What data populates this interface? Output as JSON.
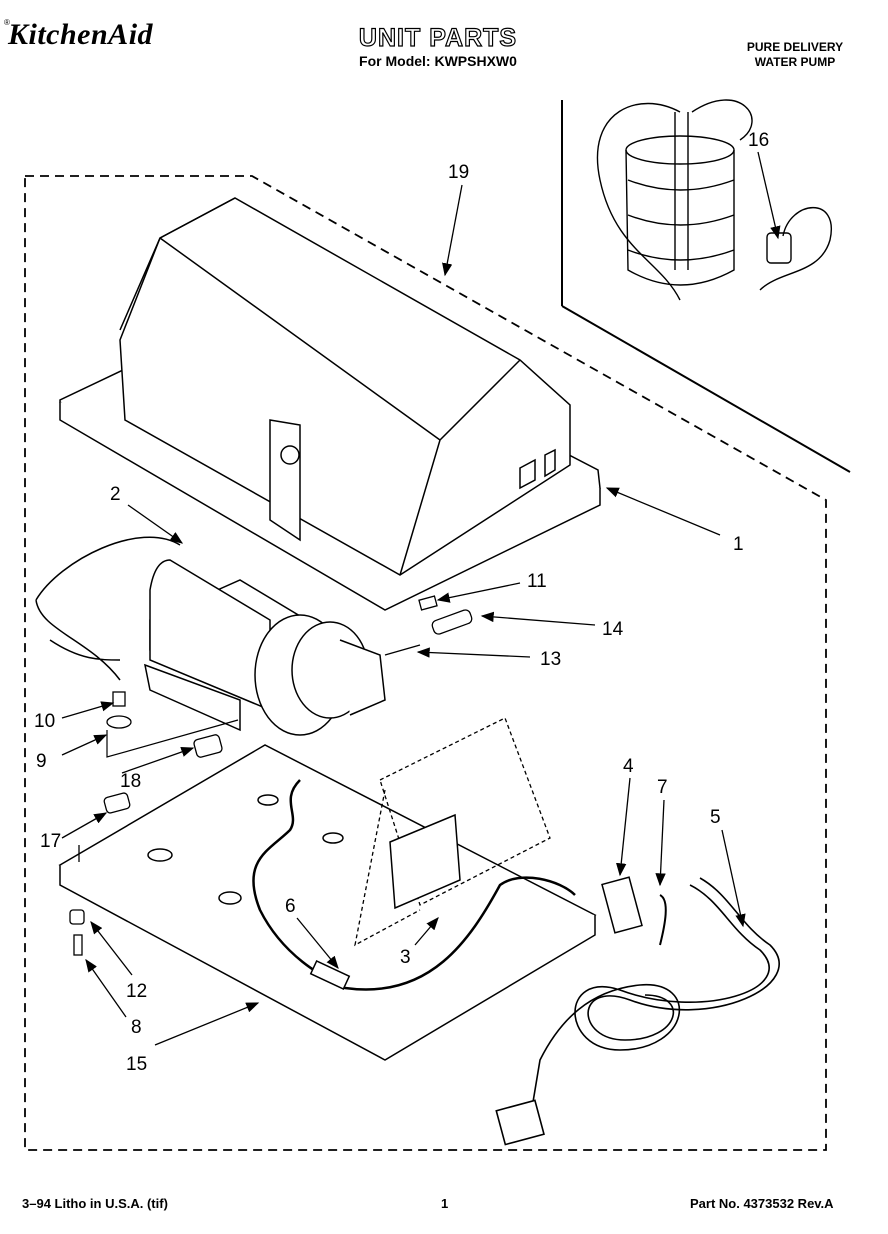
{
  "header": {
    "brand": "KitchenAid",
    "brand_mark": "®",
    "title": "UNIT PARTS",
    "model_line": "For Model: KWPSHXW0",
    "inset_title_line1": "PURE DELIVERY",
    "inset_title_line2": "WATER PUMP"
  },
  "callouts": {
    "c1": "1",
    "c2": "2",
    "c3": "3",
    "c4": "4",
    "c5": "5",
    "c6": "6",
    "c7": "7",
    "c8": "8",
    "c9": "9",
    "c10": "10",
    "c11": "11",
    "c12": "12",
    "c13": "13",
    "c14": "14",
    "c15": "15",
    "c16": "16",
    "c17": "17",
    "c18": "18",
    "c19": "19"
  },
  "footer": {
    "left": "3–94 Litho in U.S.A. (tif)",
    "page": "1",
    "part_no": "Part No. 4373532 Rev.A"
  }
}
